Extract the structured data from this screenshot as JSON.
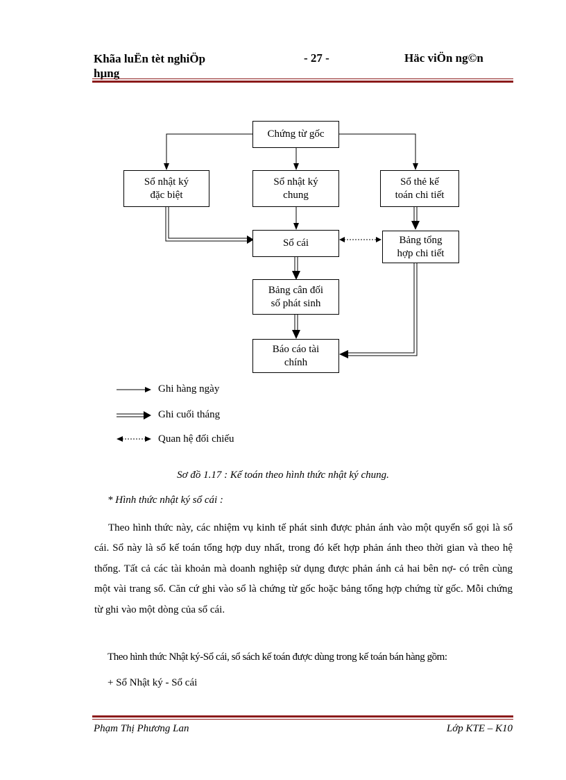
{
  "header": {
    "left_line1": "Khãa luËn tèt nghiÖp",
    "left_line2": "hµng",
    "page_number": "- 27 -",
    "right": "Häc viÖn ng©n"
  },
  "diagram": {
    "boxes": {
      "chung_tu_goc": [
        "Chứng từ gốc"
      ],
      "so_nhat_ky_dac_biet": [
        "Sổ nhật ký",
        "đặc biệt"
      ],
      "so_nhat_ky_chung": [
        "Sổ nhật ký",
        "chung"
      ],
      "so_the_ke_toan": [
        "Sổ thẻ kế",
        "toán chi tiết"
      ],
      "so_cai": [
        "Sổ cái"
      ],
      "bang_tong_hop": [
        "Bảng tổng",
        "hợp chi tiết"
      ],
      "bang_can_doi": [
        "Bảng cân đối",
        "số phát sinh"
      ],
      "bao_cao": [
        "Báo cáo tài",
        "chính"
      ]
    },
    "legend": {
      "daily": "Ghi hàng ngày",
      "month_end": "Ghi cuối tháng",
      "reconcile": "Quan hệ đối chiếu"
    }
  },
  "caption": "Sơ đồ 1.17 : Kế toán theo hình thức nhật ký chung.",
  "subheading": "* Hình thức nhật ký sổ cái :",
  "paragraph1": "Theo hình thức này, các nhiệm vụ kinh tế phát sinh được phản ánh vào một quyển sổ gọi là sổ cái. Sổ này là sổ kế toán tổng hợp duy nhất, trong đó kết hợp phản ánh theo thời gian và theo hệ thống. Tất cả các tài khoản mà doanh nghiệp sử dụng được phản ánh cả hai bên nợ- có trên cùng một vài trang sổ. Căn cứ ghi vào sổ là chứng từ gốc hoặc bảng tổng hợp chứng từ gốc. Mỗi chứng từ ghi vào một dòng của sổ cái.",
  "paragraph2": "Theo hình thức Nhật ký-Sổ cái, sổ sách kế toán được dùng trong kế toán bán hàng gồm:",
  "list_item1": "+ Sổ Nhật ký - Sổ cái",
  "footer": {
    "left": "Phạm Thị Phương Lan",
    "right": "Lớp KTE – K10"
  },
  "colors": {
    "rule": "#8b1a1a"
  }
}
